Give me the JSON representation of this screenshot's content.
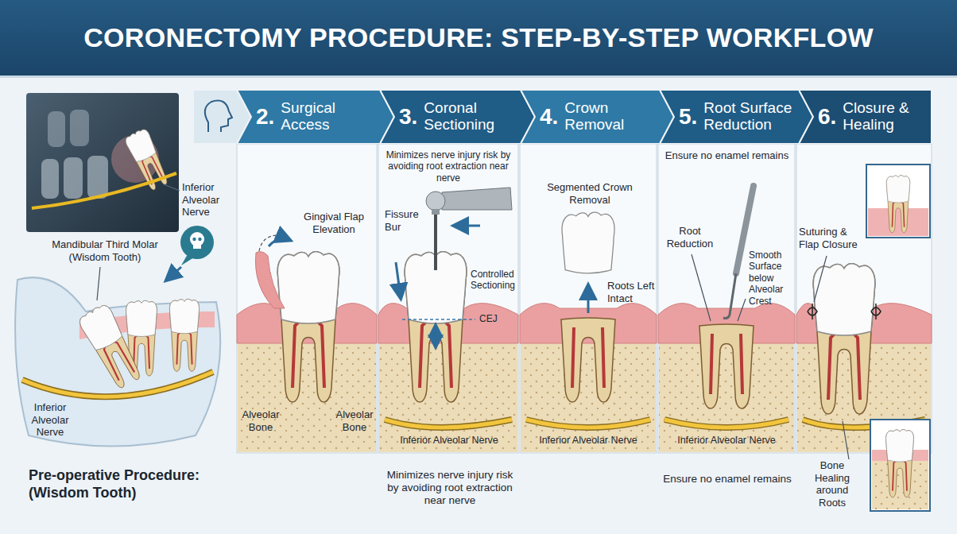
{
  "diagram": {
    "title": "CORONECTOMY PROCEDURE: STEP-BY-STEP WORKFLOW",
    "nodes": [
      {
        "text": [
          "2.",
          "Surgical Access"
        ]
      },
      {
        "text": [
          "3.",
          "Coronal Sectioning"
        ]
      },
      {
        "text": [
          "4.",
          "Crown Removal"
        ]
      },
      {
        "text": [
          "5.",
          "Root Surface Reduction"
        ]
      },
      {
        "text": [
          "6.",
          "Closure & Healing"
        ]
      }
    ],
    "labels": [
      "Inferior Alveolar Nerve",
      "Mandibular Third Molar (Wisdom Tooth)",
      "Inferior Alveolar Nerve",
      "Pre-operative Procedure: (Wisdom Tooth)",
      "Gingival Flap Elevation",
      "Alveolar Bone",
      "Alveolar Bone",
      "Minimizes nerve injury risk by avoiding root extraction near nerve",
      "Fissure Bur",
      "Controlled Sectioning",
      "CEJ",
      "Inferior Alveolar Nerve",
      "Minimizes nerve injury risk by avoiding root extraction near nerve",
      "Segmented Crown Removal",
      "Roots Left Intact",
      "Inferior Alveolar Nerve",
      "Ensure no enamel remains",
      "Root Reduction",
      "Smooth Surface below Alveolar Crest",
      "Inferior Alveolar Nerve",
      "Ensure no enamel remains",
      "Suturing & Flap Closure",
      "Bone Healing around Roots"
    ]
  }
}
